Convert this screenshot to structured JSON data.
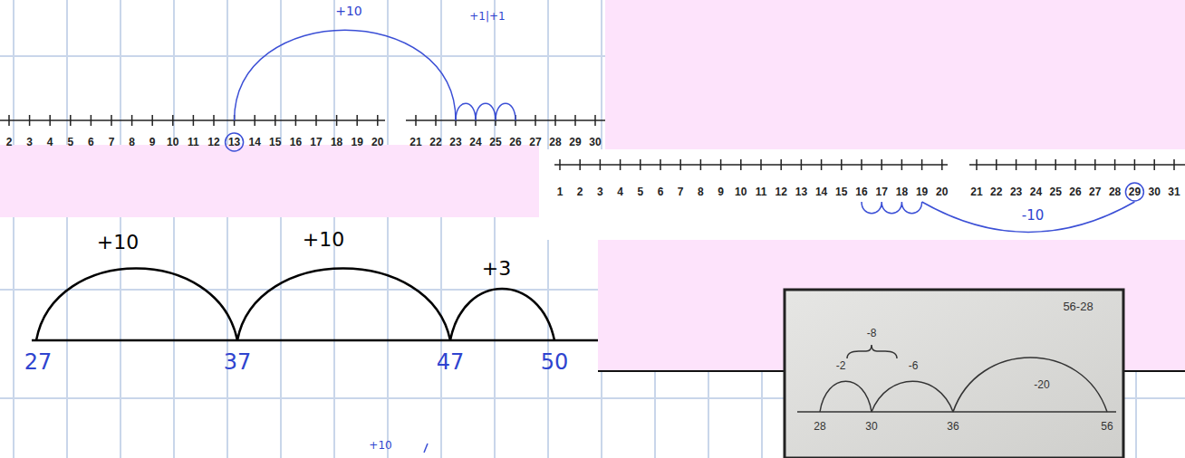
{
  "diagram": {
    "labels": [
      "+10",
      "+1|+1",
      "2",
      "3",
      "4",
      "5",
      "6",
      "7",
      "8",
      "9",
      "10",
      "11",
      "12",
      "13",
      "14",
      "15",
      "16",
      "17",
      "18",
      "19",
      "20",
      "21",
      "22",
      "23",
      "24",
      "25",
      "26",
      "27",
      "28",
      "29",
      "30",
      "1",
      "2",
      "3",
      "4",
      "5",
      "6",
      "7",
      "8",
      "9",
      "10",
      "11",
      "12",
      "13",
      "14",
      "15",
      "16",
      "17",
      "18",
      "19",
      "20",
      "21",
      "22",
      "23",
      "24",
      "25",
      "26",
      "27",
      "28",
      "29",
      "30",
      "31",
      "-10",
      "+10",
      "+10",
      "+3",
      "27",
      "37",
      "47",
      "50",
      "56-28",
      "-8",
      "-2",
      "-6",
      "-20",
      "28",
      "30",
      "36",
      "56",
      "+10"
    ]
  }
}
